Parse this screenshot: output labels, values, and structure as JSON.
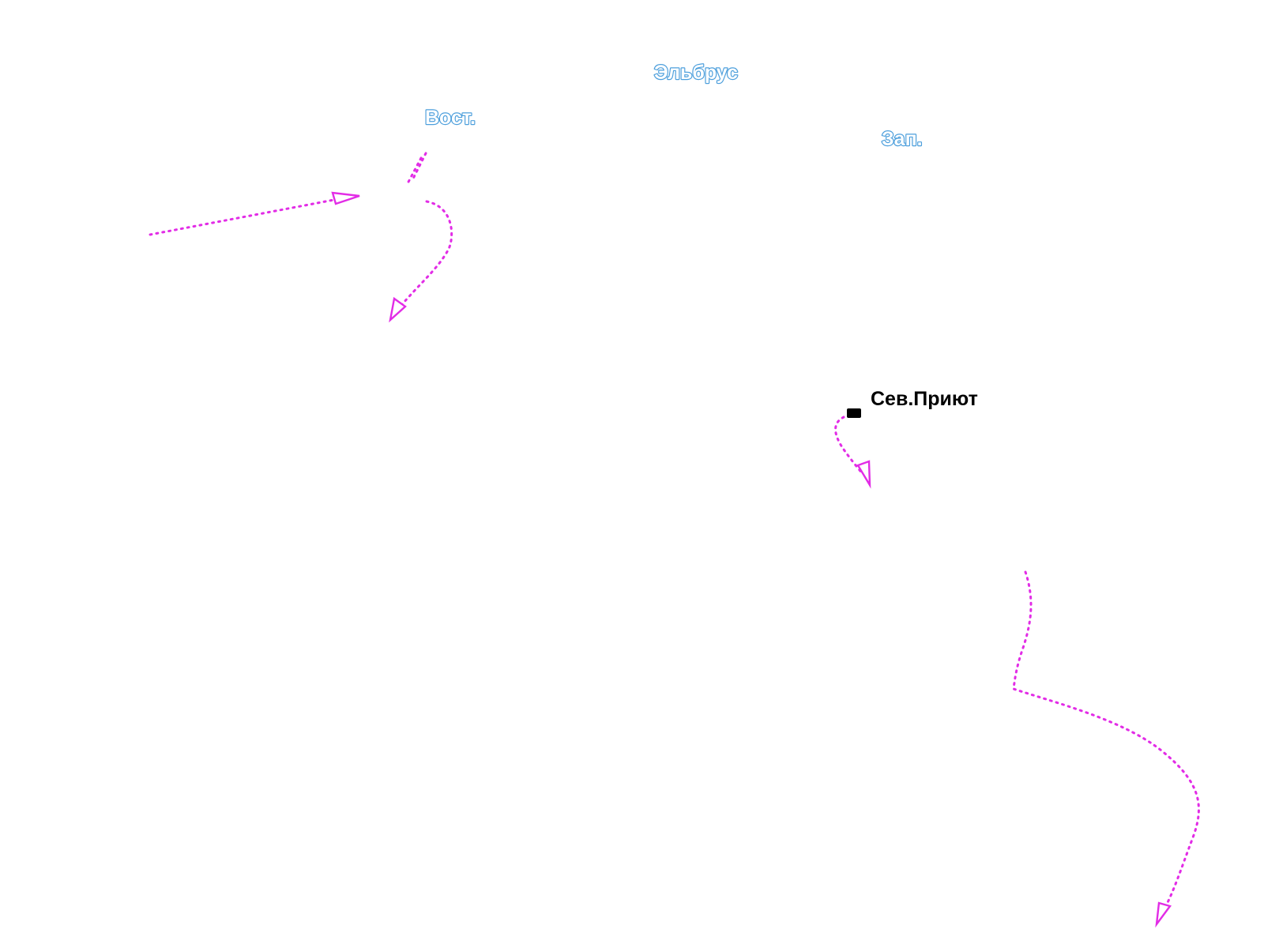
{
  "map": {
    "labels": {
      "elbrus": "Эльбрус",
      "east_summit": "Вост.",
      "west_summit": "Зап.",
      "north_hut": "Сев.Приют"
    },
    "colors": {
      "background": "#ffffff",
      "peak_label_outline": "#4d9fdc",
      "peak_label_fill": "#ffffff",
      "route": "#e22ce6",
      "hut_marker": "#000000",
      "hut_label": "#000000"
    },
    "icons": {
      "hut_marker": "hut-marker-icon",
      "route_arrow": "arrow-icon"
    }
  }
}
